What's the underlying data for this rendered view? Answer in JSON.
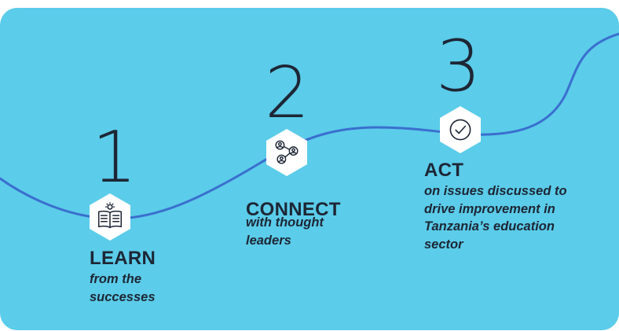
{
  "steps": [
    {
      "number": "1",
      "title": "LEARN",
      "description": "from the successes",
      "icon": "open-book-lightbulb-icon"
    },
    {
      "number": "2",
      "title": "CONNECT",
      "description": "with thought leaders",
      "icon": "connected-people-icon"
    },
    {
      "number": "3",
      "title": "ACT",
      "description": "on issues discussed to drive improvement in Tanzania’s education sector",
      "icon": "checkmark-circle-icon"
    }
  ],
  "colors": {
    "background": "#5bcce9",
    "curve": "#3a6fcf",
    "text": "#1d2635",
    "icon_badge": "#ffffff"
  }
}
